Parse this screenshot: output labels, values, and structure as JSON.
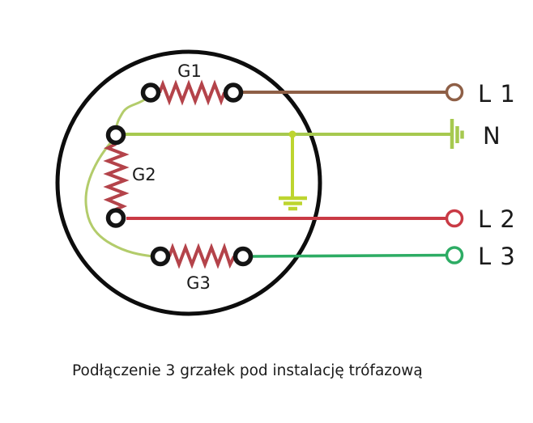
{
  "caption": "Podłączenie 3 grzałek pod instalację trófazową",
  "heaters": {
    "g1": {
      "label": "G1"
    },
    "g2": {
      "label": "G2"
    },
    "g3": {
      "label": "G3"
    }
  },
  "lines": {
    "l1": {
      "label": "L 1"
    },
    "n": {
      "label": "N"
    },
    "l2": {
      "label": "L 2"
    },
    "l3": {
      "label": "L 3"
    }
  },
  "colors": {
    "outline_black": "#0d0d0d",
    "terminal_black": "#141414",
    "heater_red": "#b4434a",
    "phase_l1_brown": "#8e5f46",
    "neutral_green": "#a6c94f",
    "earth_green": "#bdd52f",
    "phase_l2_red": "#c93a45",
    "phase_l3_green": "#2dac64",
    "link_green": "#b3cc6b"
  }
}
